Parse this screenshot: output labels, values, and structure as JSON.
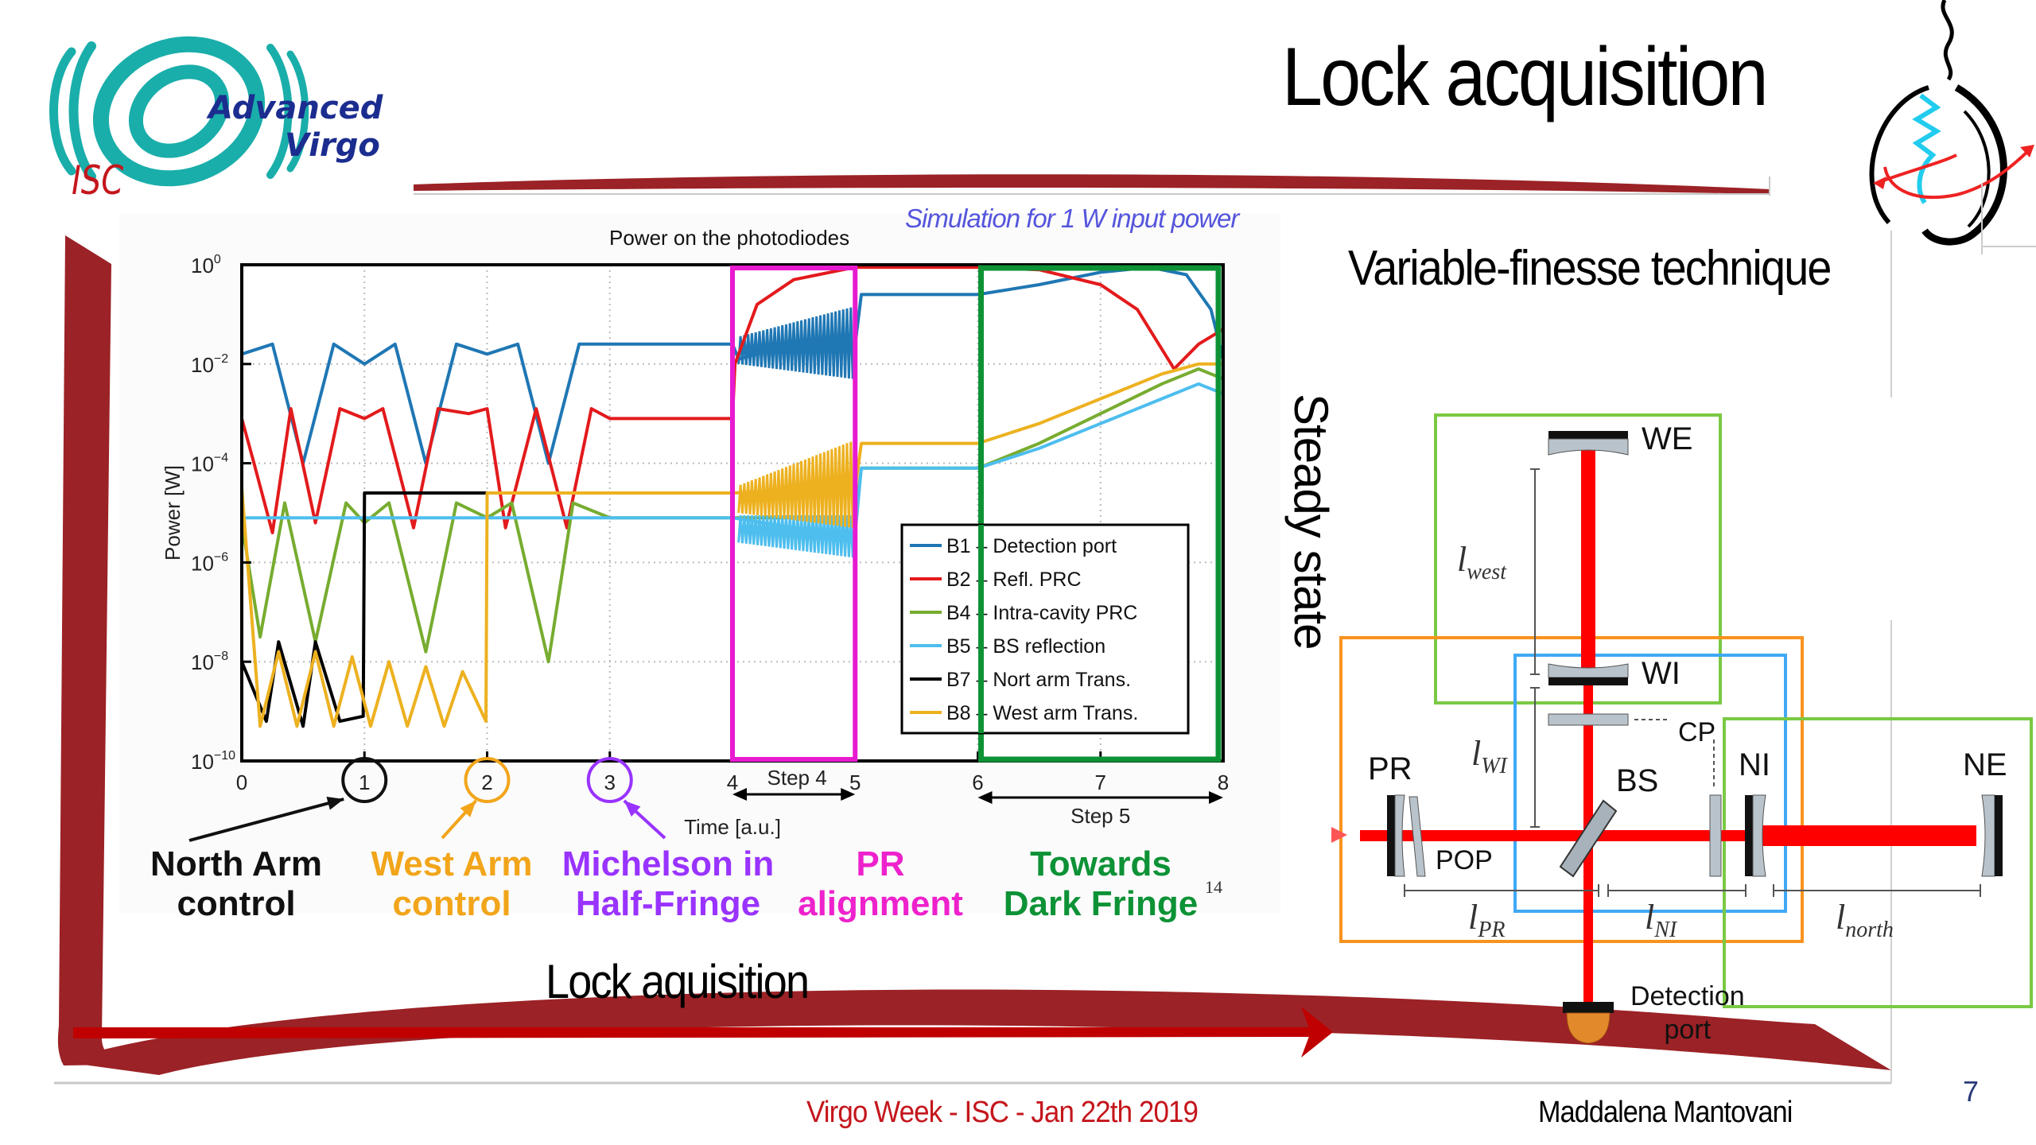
{
  "slide": {
    "title": "Lock acquisition",
    "logo": {
      "line1": "Advanced",
      "line2": "Virgo",
      "group": "ISC"
    },
    "simulation_note": "Simulation for 1 W input power",
    "right_heading": "Variable-finesse technique",
    "steady_state_label": "Steady state",
    "timeline_label": "Lock aquisition",
    "footer": {
      "event": "Virgo Week - ISC - Jan 22th 2019",
      "author": "Maddalena Mantovani",
      "page_number": "7"
    },
    "reference_number": "14",
    "colors": {
      "frame_red": "#9b2226",
      "arrow_red": "#c00000",
      "step4_box": "#e81ad0",
      "step5_box": "#0d9236",
      "north_arm": "#000000",
      "west_arm": "#f0a500",
      "michelson": "#9933ff",
      "pr_alignment": "#ee22cc",
      "dark_fringe": "#0d9236"
    }
  },
  "steps": [
    {
      "marker": "1",
      "label_line1": "North Arm",
      "label_line2": "control",
      "color": "#111111"
    },
    {
      "marker": "2",
      "label_line1": "West Arm",
      "label_line2": "control",
      "color": "#f2a51a"
    },
    {
      "marker": "3",
      "label_line1": "Michelson in",
      "label_line2": "Half-Fringe",
      "color": "#9933ff"
    },
    {
      "marker": "",
      "label_line1": "PR",
      "label_line2": "alignment",
      "color": "#ee22cc"
    },
    {
      "marker": "",
      "label_line1": "Towards",
      "label_line2": "Dark Fringe",
      "color": "#0d9236"
    }
  ],
  "chart_data": {
    "type": "line",
    "title": "Power on the photodiodes",
    "xlabel": "Time [a.u.]",
    "ylabel": "Power [W]",
    "xlim": [
      0,
      8
    ],
    "ylim": [
      1e-10,
      1
    ],
    "yscale": "log",
    "grid": true,
    "x_ticks": [
      "0",
      "1",
      "2",
      "3",
      "4",
      "5",
      "6",
      "7",
      "8"
    ],
    "y_ticks": [
      {
        "base": "10",
        "exp": "0"
      },
      {
        "base": "10",
        "exp": "-2"
      },
      {
        "base": "10",
        "exp": "-4"
      },
      {
        "base": "10",
        "exp": "-6"
      },
      {
        "base": "10",
        "exp": "-8"
      },
      {
        "base": "10",
        "exp": "-10"
      }
    ],
    "legend_position": "lower-right",
    "annotations": {
      "step4": {
        "label": "Step 4",
        "x_range": [
          4,
          5
        ]
      },
      "step5": {
        "label": "Step 5",
        "x_range": [
          6,
          8
        ]
      },
      "circled_ticks": [
        1,
        2,
        3
      ]
    },
    "series": [
      {
        "id": "B1",
        "name": "B1 - Detection port",
        "color": "#1f77b4",
        "x": [
          0,
          0.25,
          0.5,
          0.75,
          1.0,
          1.25,
          1.5,
          1.75,
          2.0,
          2.25,
          2.5,
          2.75,
          3.0,
          4.0,
          4.05,
          4.5,
          5.0,
          5.05,
          6.0,
          6.5,
          7.0,
          7.4,
          7.7,
          7.9,
          8.0
        ],
        "log10": [
          -1.8,
          -1.6,
          -4.0,
          -1.6,
          -2.0,
          -1.6,
          -4.0,
          -1.6,
          -1.8,
          -1.6,
          -4.0,
          -1.6,
          -1.6,
          -1.6,
          -1.9,
          -1.6,
          -1.6,
          -0.6,
          -0.6,
          -0.4,
          -0.15,
          -0.05,
          -0.2,
          -0.9,
          -1.9
        ]
      },
      {
        "id": "B2",
        "name": "B2 - Refl. PRC",
        "color": "#e31a1c",
        "x": [
          0,
          0.1,
          0.25,
          0.4,
          0.6,
          0.8,
          1.0,
          1.15,
          1.4,
          1.6,
          1.85,
          2.0,
          2.15,
          2.4,
          2.65,
          2.85,
          3.0,
          4.0,
          4.02,
          4.2,
          4.5,
          5.0,
          6.0,
          6.5,
          7.0,
          7.3,
          7.6,
          7.8,
          8.0
        ],
        "log10": [
          -3.1,
          -4.0,
          -5.4,
          -2.9,
          -5.2,
          -2.9,
          -3.1,
          -2.9,
          -5.3,
          -2.9,
          -3.0,
          -2.9,
          -5.3,
          -2.9,
          -5.3,
          -2.9,
          -3.1,
          -3.1,
          -2.0,
          -0.8,
          -0.3,
          -0.05,
          -0.05,
          -0.1,
          -0.4,
          -0.9,
          -2.1,
          -1.6,
          -1.3
        ]
      },
      {
        "id": "B4",
        "name": "B4 - Intra-cavity PRC",
        "color": "#77ac30",
        "x": [
          0,
          0.15,
          0.35,
          0.6,
          0.85,
          1.0,
          1.2,
          1.5,
          1.75,
          2.0,
          2.2,
          2.5,
          2.7,
          3.0,
          4.0,
          4.5,
          5.0,
          5.05,
          6.0,
          6.5,
          7.0,
          7.5,
          7.8,
          8.0
        ],
        "log10": [
          -5.2,
          -7.5,
          -4.8,
          -7.6,
          -4.8,
          -5.2,
          -4.8,
          -7.8,
          -4.8,
          -5.1,
          -4.8,
          -8.0,
          -4.8,
          -5.1,
          -5.1,
          -5.1,
          -5.1,
          -4.1,
          -4.1,
          -3.6,
          -3.0,
          -2.4,
          -2.1,
          -2.3
        ]
      },
      {
        "id": "B5",
        "name": "B5 - BS reflection",
        "color": "#4dbeee",
        "x": [
          0,
          1.0,
          2.0,
          3.0,
          4.0,
          4.5,
          5.0,
          5.05,
          6.0,
          6.5,
          7.0,
          7.5,
          7.8,
          8.0
        ],
        "log10": [
          -5.1,
          -5.1,
          -5.1,
          -5.1,
          -5.1,
          -5.3,
          -5.4,
          -4.1,
          -4.1,
          -3.7,
          -3.2,
          -2.7,
          -2.4,
          -2.6
        ]
      },
      {
        "id": "B7",
        "name": "B7 - Nort arm Trans.",
        "color": "#000000",
        "x": [
          0,
          0.2,
          0.3,
          0.5,
          0.6,
          0.8,
          0.99,
          1.0,
          2.0
        ],
        "log10": [
          -8.0,
          -9.2,
          -7.6,
          -9.3,
          -7.6,
          -9.2,
          -9.1,
          -4.6,
          -4.6
        ]
      },
      {
        "id": "B8",
        "name": "B8 - West arm Trans.",
        "color": "#edb120",
        "x": [
          0,
          0.15,
          0.3,
          0.45,
          0.6,
          0.75,
          0.9,
          1.05,
          1.2,
          1.35,
          1.5,
          1.65,
          1.8,
          1.99,
          2.0,
          3.0,
          4.0,
          4.5,
          5.0,
          5.05,
          6.0,
          6.5,
          7.0,
          7.5,
          7.8,
          8.0
        ],
        "log10": [
          -4.5,
          -9.3,
          -7.8,
          -9.3,
          -7.8,
          -9.3,
          -7.9,
          -9.3,
          -8.0,
          -9.3,
          -8.1,
          -9.3,
          -8.2,
          -9.2,
          -4.6,
          -4.6,
          -4.6,
          -4.55,
          -4.5,
          -3.6,
          -3.6,
          -3.2,
          -2.7,
          -2.2,
          -2.0,
          -2.0
        ]
      }
    ]
  },
  "diagram": {
    "labels": {
      "we": "WE",
      "wi": "WI",
      "cp": "CP",
      "pr": "PR",
      "bs": "BS",
      "ni": "NI",
      "ne": "NE",
      "pop": "POP",
      "detection_line1": "Detection",
      "detection_line2": "port"
    },
    "lengths": {
      "west": {
        "base": "l",
        "sub": "west"
      },
      "wi": {
        "base": "l",
        "sub": "WI"
      },
      "pr": {
        "base": "l",
        "sub": "PR"
      },
      "ni": {
        "base": "l",
        "sub": "NI"
      },
      "north": {
        "base": "l",
        "sub": "north"
      }
    }
  }
}
